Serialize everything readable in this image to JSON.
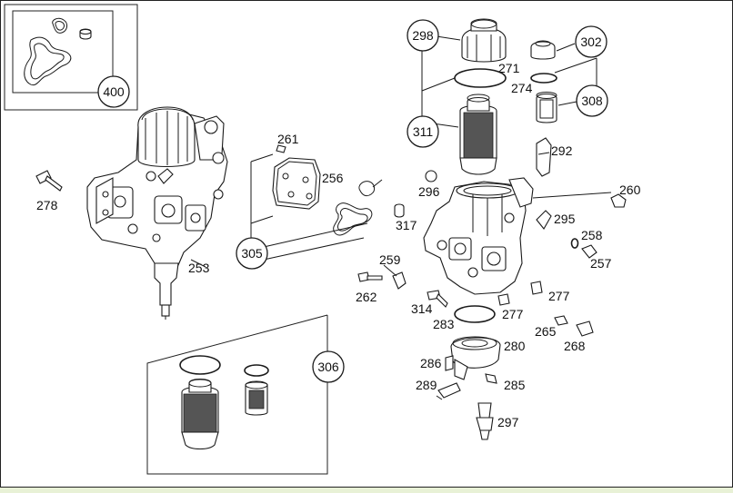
{
  "colors": {
    "line": "#1a1a1a",
    "background": "#ffffff",
    "bottom_bar": "#e8f1d6"
  },
  "callouts": {
    "c400": "400",
    "c298": "298",
    "c302": "302",
    "c308": "308",
    "c311": "311",
    "c305": "305",
    "c306": "306"
  },
  "labels": {
    "l271": "271",
    "l274": "274",
    "l292": "292",
    "l261": "261",
    "l256": "256",
    "l278": "278",
    "l296": "296",
    "l260": "260",
    "l317": "317",
    "l295": "295",
    "l258": "258",
    "l257": "257",
    "l253": "253",
    "l259": "259",
    "l262": "262",
    "l314": "314",
    "l277a": "277",
    "l277b": "277",
    "l283": "283",
    "l265": "265",
    "l268": "268",
    "l280": "280",
    "l286": "286",
    "l285": "285",
    "l289": "289",
    "l297": "297"
  }
}
